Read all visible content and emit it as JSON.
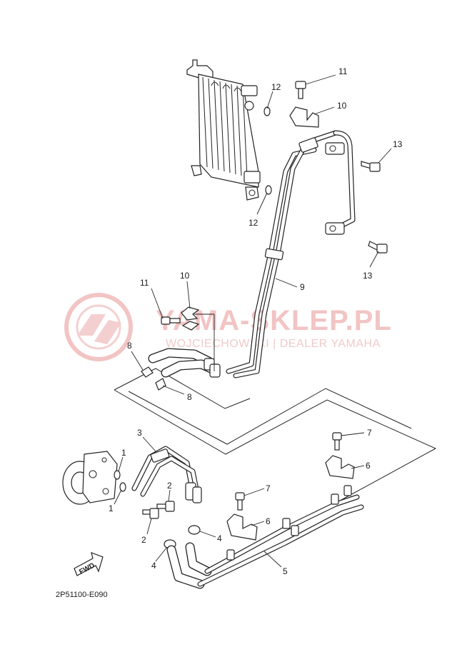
{
  "watermark": {
    "main": "YAMA-SKLEP.PL",
    "sub": "WOJCIECHOWSKI | DEALER YAMAHA",
    "logo": "yamaha-tuning-fork-logo",
    "color": "#f2c4c4"
  },
  "drawing_code": "2P51100-E090",
  "fwd_label": "FWD",
  "callouts": [
    "11",
    "12",
    "10",
    "13",
    "12",
    "13",
    "9",
    "11",
    "10",
    "8",
    "8",
    "3",
    "1",
    "1",
    "2",
    "2",
    "4",
    "4",
    "7",
    "6",
    "7",
    "6",
    "5"
  ]
}
